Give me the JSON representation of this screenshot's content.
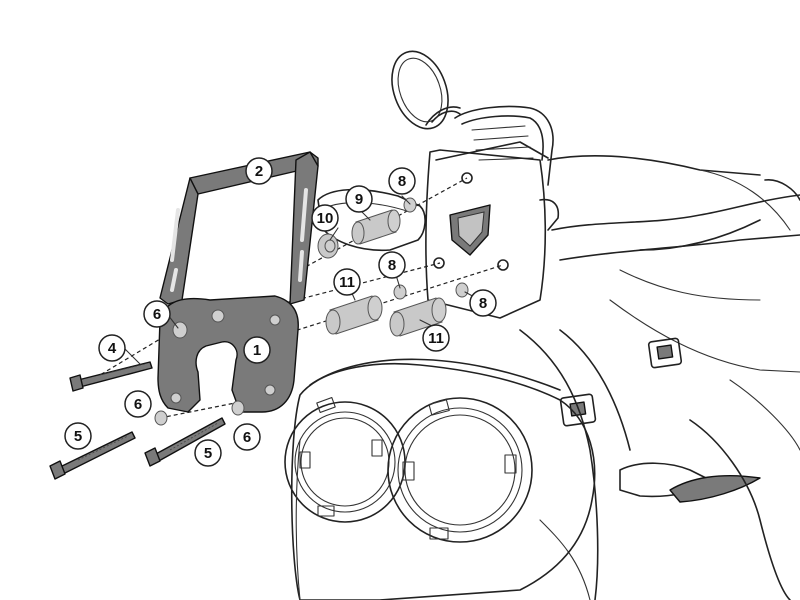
{
  "callouts": [
    {
      "label": "1"
    },
    {
      "label": "2"
    },
    {
      "label": "4"
    },
    {
      "label": "5"
    },
    {
      "label": "5"
    },
    {
      "label": "6"
    },
    {
      "label": "6"
    },
    {
      "label": "6"
    },
    {
      "label": "8"
    },
    {
      "label": "8"
    },
    {
      "label": "8"
    },
    {
      "label": "9"
    },
    {
      "label": "10"
    },
    {
      "label": "11"
    },
    {
      "label": "11"
    }
  ],
  "colors": {
    "part_fill": "#7a7a7a",
    "outline": "#222222",
    "washer": "#cfcfcf"
  }
}
